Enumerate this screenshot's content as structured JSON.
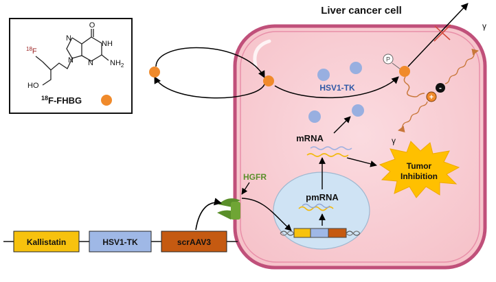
{
  "title": "Liver cancer cell",
  "tracer": {
    "name_sup": "18",
    "name_rest": "F-FHBG",
    "fluorine_sup": "18",
    "fluorine_el": "F",
    "ho": "HO",
    "nh2": "NH",
    "nh2_sub": "2",
    "n_labels": [
      "N",
      "N",
      "NH",
      "N"
    ],
    "o_label": "O"
  },
  "enzyme_label": "HSV1-TK",
  "mrna_label": "mRNA",
  "pmrna_label": "pmRNA",
  "receptor_label": "HGFR",
  "tumor_line1": "Tumor",
  "tumor_line2": "Inhibition",
  "phosphate_label": "P",
  "gamma_label": "γ",
  "positron_label": "+",
  "electron_label": "-",
  "gene_segments": [
    {
      "label": "Kallistatin",
      "color": "#f7c20e"
    },
    {
      "label": "HSV1-TK",
      "color": "#9fb8e6"
    },
    {
      "label": "scrAAV3",
      "color": "#c55a11"
    }
  ],
  "colors": {
    "cell_fill": "#f8cdd2",
    "cell_border": "#c0507a",
    "nucleus_fill": "#cfe3f4",
    "tracer_orange": "#f08a2b",
    "enzyme_blue": "#98afe0",
    "receptor_green": "#5a8f2a",
    "fluorine_red": "#9b2323",
    "enzyme_text": "#2e58a6",
    "star_yellow": "#ffc000",
    "gamma_line": "#c8773a"
  }
}
